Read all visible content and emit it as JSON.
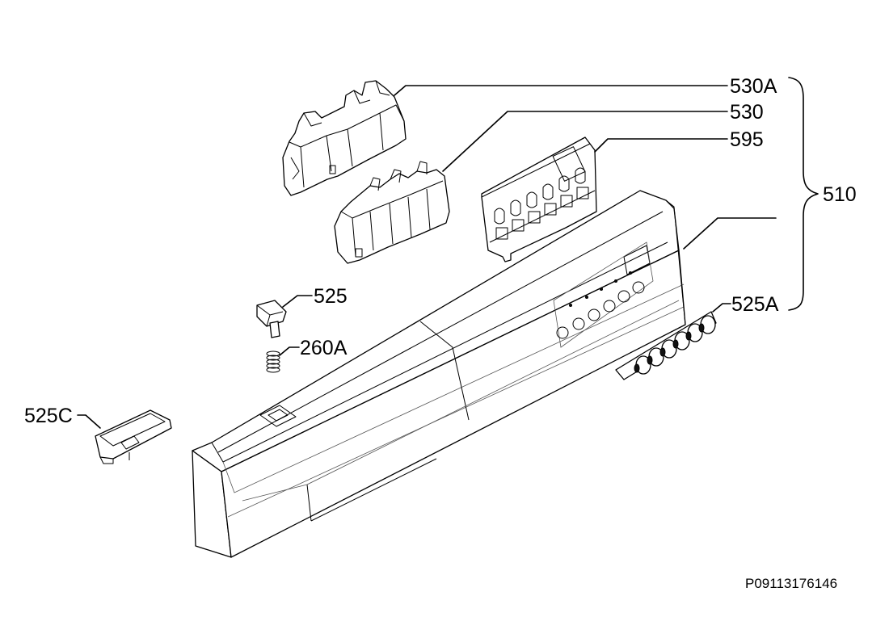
{
  "labels": {
    "p530A": "530A",
    "p530": "530",
    "p595": "595",
    "p510": "510",
    "p525": "525",
    "p260A": "260A",
    "p525A": "525A",
    "p525C": "525C"
  },
  "drawing_code": "P09113176146"
}
